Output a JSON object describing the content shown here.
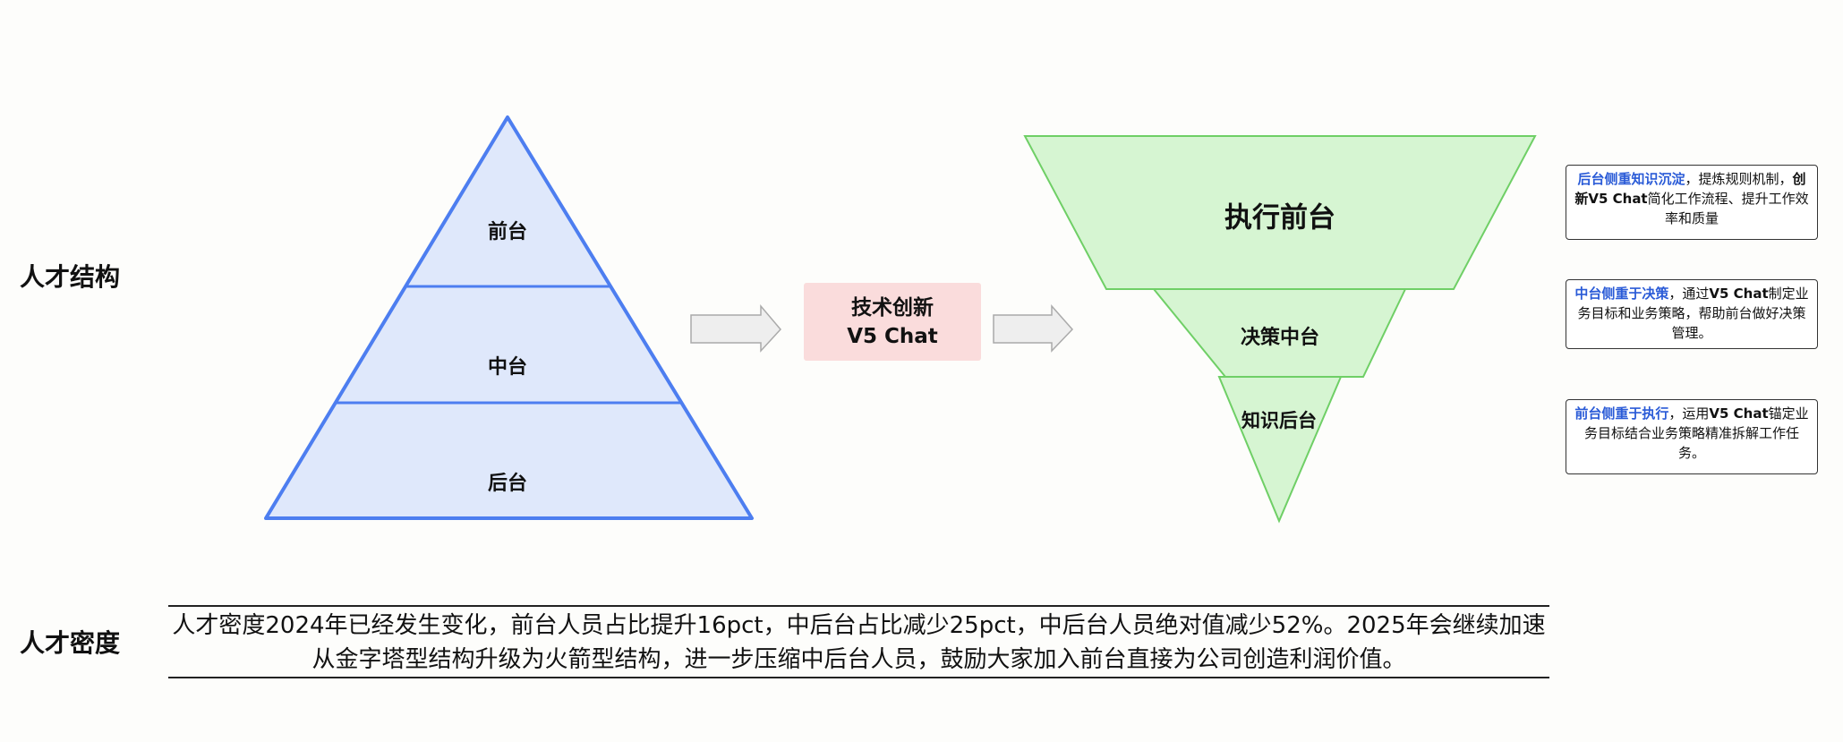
{
  "sections": {
    "structure": "人才结构",
    "density": "人才密度"
  },
  "pyramid": {
    "top": "前台",
    "middle": "中台",
    "bottom": "后台"
  },
  "innovation": {
    "line1": "技术创新",
    "line2": "V5 Chat"
  },
  "funnel": {
    "top": "执行前台",
    "middle": "决策中台",
    "bottom": "知识后台"
  },
  "notes": [
    {
      "highlight": "后台侧重知识沉淀",
      "text_a": "，提炼规则机制，",
      "bold": "创新V5 Chat",
      "text_b": "简化工作流程、提升工作效率和质量"
    },
    {
      "highlight": "中台侧重于决策",
      "text_a": "，通过",
      "bold": "V5 Chat",
      "text_b": "制定业务目标和业务策略，帮助前台做好决策管理。"
    },
    {
      "highlight": "前台侧重于执行",
      "text_a": "，运用",
      "bold": "V5 Chat",
      "text_b": "锚定业务目标结合业务策略精准拆解工作任务。"
    }
  ],
  "density_text": "人才密度2024年已经发生变化，前台人员占比提升16pct，中后台占比减少25pct，中后台人员绝对值减少52%。2025年会继续加速从金字塔型结构升级为火箭型结构，进一步压缩中后台人员，鼓励大家加入前台直接为公司创造利润价值。",
  "colors": {
    "pyramid_fill": "#dfe8fb",
    "pyramid_stroke": "#4d7ef0",
    "funnel_fill": "#d6f5d2",
    "funnel_stroke": "#6fcf66",
    "highlight": "#2a5bd7",
    "tech_bg": "#fadcdc"
  }
}
